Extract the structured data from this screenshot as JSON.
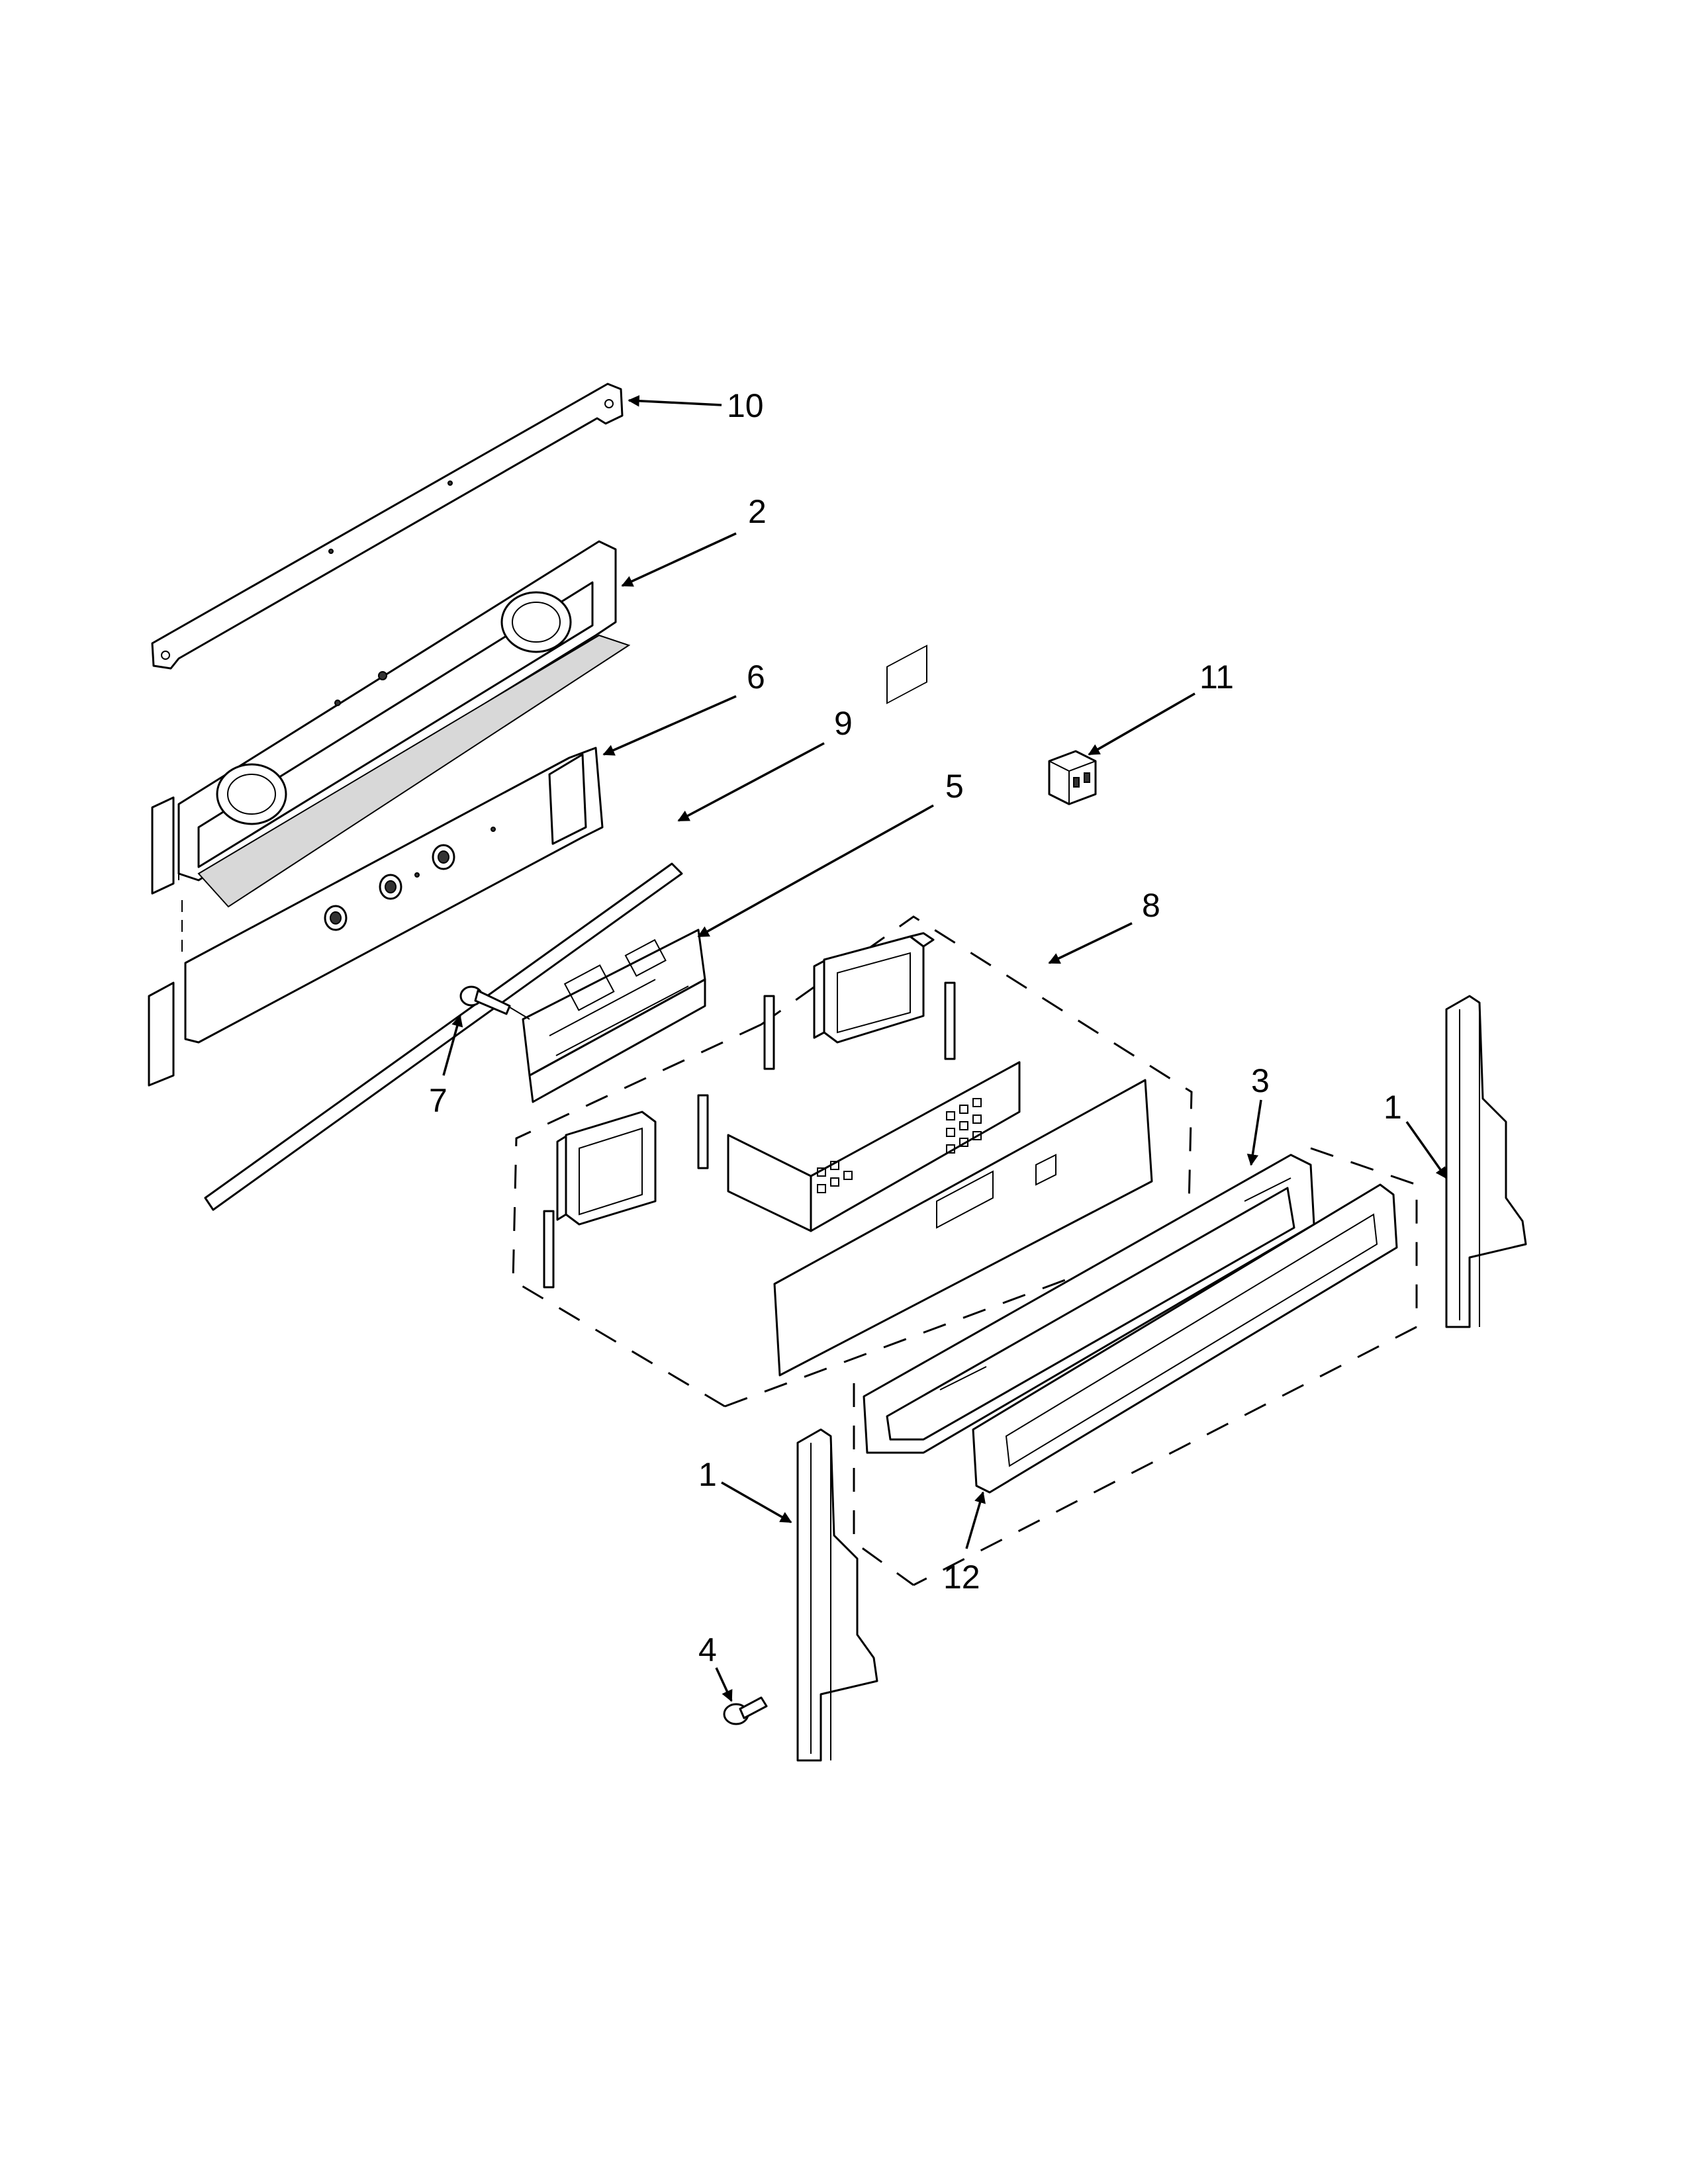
{
  "callouts": [
    {
      "id": "c10",
      "label": "10"
    },
    {
      "id": "c2",
      "label": "2"
    },
    {
      "id": "c6",
      "label": "6"
    },
    {
      "id": "c9",
      "label": "9"
    },
    {
      "id": "c5",
      "label": "5"
    },
    {
      "id": "c11",
      "label": "11"
    },
    {
      "id": "c8",
      "label": "8"
    },
    {
      "id": "c7",
      "label": "7"
    },
    {
      "id": "c3",
      "label": "3"
    },
    {
      "id": "c1a",
      "label": "1"
    },
    {
      "id": "c1b",
      "label": "1"
    },
    {
      "id": "c12",
      "label": "12"
    },
    {
      "id": "c4",
      "label": "4"
    }
  ]
}
